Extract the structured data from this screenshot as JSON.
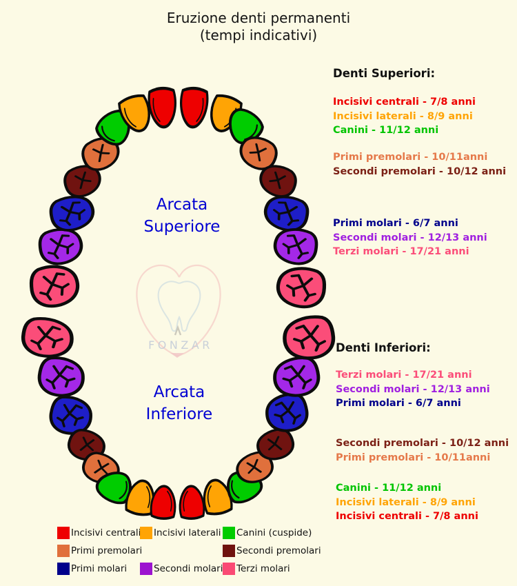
{
  "title": {
    "line1": "Eruzione denti permanenti",
    "line2": "(tempi indicativi)"
  },
  "arch_labels": {
    "upper_line1": "Arcata",
    "upper_line2": "Superiore",
    "lower_line1": "Arcata",
    "lower_line2": "Inferiore"
  },
  "watermark": {
    "text": "FONZAR"
  },
  "colors": {
    "background": "#fcfae5",
    "arch_label_blue": "#0000d2",
    "red": "#ee0000",
    "orange": "#ffa405",
    "green": "#00cc00",
    "coral": "#e0703c",
    "maroon": "#701310",
    "navy": "#00008b",
    "purple": "#a428e8",
    "pink": "#fb4d79"
  },
  "teeth": {
    "order": [
      "third-molar",
      "second-molar",
      "first-molar",
      "second-premolar",
      "first-premolar",
      "canine",
      "lateral-incisor",
      "central-incisor",
      "central-incisor",
      "lateral-incisor",
      "canine",
      "first-premolar",
      "second-premolar",
      "first-molar",
      "second-molar",
      "third-molar"
    ],
    "colors_by_type": {
      "central-incisor": "#ee0000",
      "lateral-incisor": "#ffa405",
      "canine": "#00cc00",
      "first-premolar": "#e0703c",
      "second-premolar": "#701310",
      "first-molar": "#1e1ec8",
      "second-molar": "#a428e8",
      "third-molar": "#fb4d79"
    }
  },
  "panels": {
    "upper": {
      "heading": "Denti Superiori:",
      "groups": [
        [
          {
            "text": "Incisivi centrali - 7/8 anni",
            "color": "#ee0000"
          },
          {
            "text": "Incisivi laterali - 8/9 anni",
            "color": "#ffa405"
          },
          {
            "text": "Canini - 11/12 anni",
            "color": "#00c400"
          }
        ],
        [
          {
            "text": "Primi premolari - 10/11anni",
            "color": "#e5794a"
          },
          {
            "text": "Secondi premolari - 10/12 anni",
            "color": "#7b2015"
          }
        ],
        [
          {
            "text": "Primi molari - 6/7 anni",
            "color": "#00008b"
          },
          {
            "text": "Secondi molari - 12/13 anni",
            "color": "#a020e0"
          },
          {
            "text": "Terzi molari - 17/21 anni",
            "color": "#fb4d79"
          }
        ]
      ]
    },
    "lower": {
      "heading": "Denti Inferiori:",
      "groups": [
        [
          {
            "text": "Terzi molari - 17/21 anni",
            "color": "#fb4d79"
          },
          {
            "text": "Secondi molari - 12/13 anni",
            "color": "#a020e0"
          },
          {
            "text": "Primi molari - 6/7 anni",
            "color": "#00008b"
          }
        ],
        [
          {
            "text": "Secondi premolari - 10/12 anni",
            "color": "#7b2015"
          },
          {
            "text": "Primi premolari - 10/11anni",
            "color": "#e5794a"
          }
        ],
        [
          {
            "text": "Canini - 11/12 anni",
            "color": "#00c400"
          },
          {
            "text": "Incisivi laterali - 8/9 anni",
            "color": "#ffa405"
          },
          {
            "text": "Incisivi centrali - 7/8 anni",
            "color": "#ee0000"
          }
        ]
      ]
    }
  },
  "legend": {
    "items": [
      {
        "label": "Incisivi centrali",
        "color": "#ee0000",
        "col": 0,
        "row": 0
      },
      {
        "label": "Incisivi laterali",
        "color": "#ffa405",
        "col": 1,
        "row": 0
      },
      {
        "label": "Canini (cuspide)",
        "color": "#00cc00",
        "col": 2,
        "row": 0
      },
      {
        "label": "Primi premolari",
        "color": "#e0703c",
        "col": 0,
        "row": 1
      },
      {
        "label": "Secondi premolari",
        "color": "#701310",
        "col": 2,
        "row": 1
      },
      {
        "label": "Primi molari",
        "color": "#00008b",
        "col": 0,
        "row": 2
      },
      {
        "label": "Secondi molari",
        "color": "#9c13cf",
        "col": 1,
        "row": 2
      },
      {
        "label": "Terzi molari",
        "color": "#fa4a74",
        "col": 2,
        "row": 2
      }
    ]
  }
}
